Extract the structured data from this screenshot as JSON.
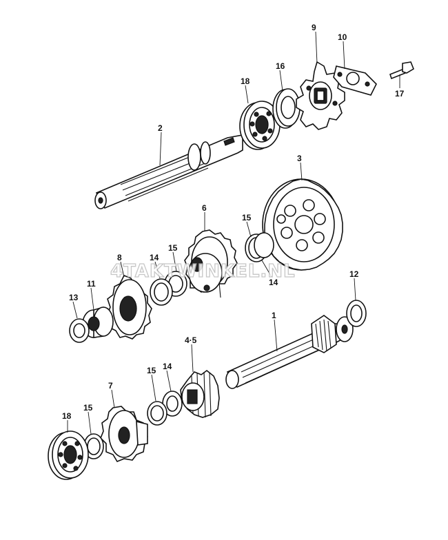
{
  "watermark": "4TAKTWINKEL.NL",
  "callouts": {
    "c9": "9",
    "c10": "10",
    "c16": "16",
    "c18a": "18",
    "c17": "17",
    "c2": "2",
    "c3": "3",
    "c6": "6",
    "c15a": "15",
    "c8": "8",
    "c14a": "14",
    "c15b": "15",
    "c14b": "14",
    "c11": "11",
    "c13": "13",
    "c12": "12",
    "c1": "1",
    "c7": "7",
    "c45": "4·5",
    "c15c": "15",
    "c14c": "14",
    "c18b": "18",
    "c15d": "15"
  }
}
